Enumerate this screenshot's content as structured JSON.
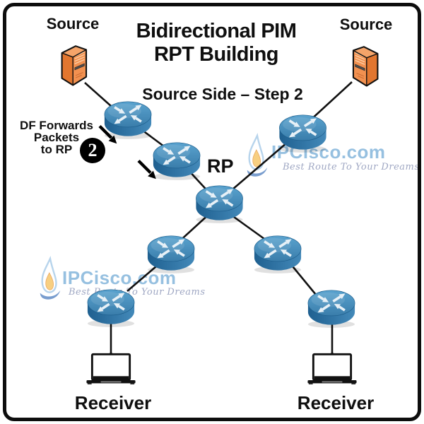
{
  "title": {
    "line1": "Bidirectional PIM",
    "line2": "RPT Building"
  },
  "subtitle": "Source Side – Step 2",
  "nodes": {
    "source_left_label": "Source",
    "source_right_label": "Source",
    "rp_label": "RP",
    "receiver_left_label": "Receiver",
    "receiver_right_label": "Receiver"
  },
  "annotation": {
    "line1": "DF Forwards",
    "line2": "Packets",
    "line3": "to RP",
    "step_number": "2"
  },
  "watermark": {
    "brand": "IPCisco.com",
    "tagline": "Best Route To Your Dreams"
  },
  "colors": {
    "router_top": "#4a90bf",
    "router_side_dark": "#21638f",
    "router_side_light": "#4389b9",
    "server_front": "#f29150",
    "server_side": "#e2762f",
    "server_top": "#f5a469",
    "link_line": "#111111",
    "watermark_text": "#7fb3da",
    "watermark_tagline": "#8a94b6",
    "badge_background": "#000000",
    "badge_number": "#ffffff",
    "frame_border": "#0d0d0d"
  }
}
